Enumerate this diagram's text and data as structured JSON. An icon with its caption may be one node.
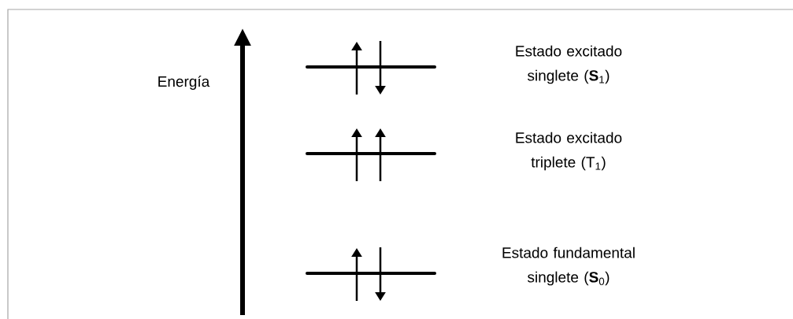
{
  "diagram": {
    "labels": [
      "Energía",
      "Estado excitado singlete (**S**$_{1}$)",
      "Estado excitado triplete (T$_{1}$)",
      "Estado fundamental singlete (**S**$_{0}$)"
    ]
  }
}
